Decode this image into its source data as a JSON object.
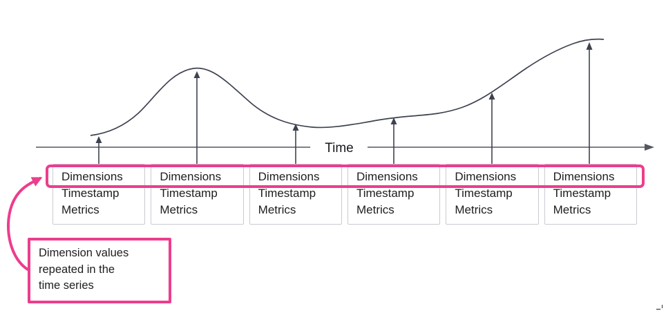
{
  "axis": {
    "label": "Time"
  },
  "records": [
    {
      "fields": [
        "Dimensions",
        "Timestamp",
        "Metrics"
      ]
    },
    {
      "fields": [
        "Dimensions",
        "Timestamp",
        "Metrics"
      ]
    },
    {
      "fields": [
        "Dimensions",
        "Timestamp",
        "Metrics"
      ]
    },
    {
      "fields": [
        "Dimensions",
        "Timestamp",
        "Metrics"
      ]
    },
    {
      "fields": [
        "Dimensions",
        "Timestamp",
        "Metrics"
      ]
    },
    {
      "fields": [
        "Dimensions",
        "Timestamp",
        "Metrics"
      ]
    }
  ],
  "callout": {
    "lines": [
      "Dimension values",
      "repeated in the",
      "time series"
    ]
  },
  "colors": {
    "curve_line": "#3d424e",
    "axis_line": "#54575f",
    "accent_pink": "#ED3D8D",
    "card_border": "#c9cbd1",
    "text": "#1d1d1f"
  }
}
